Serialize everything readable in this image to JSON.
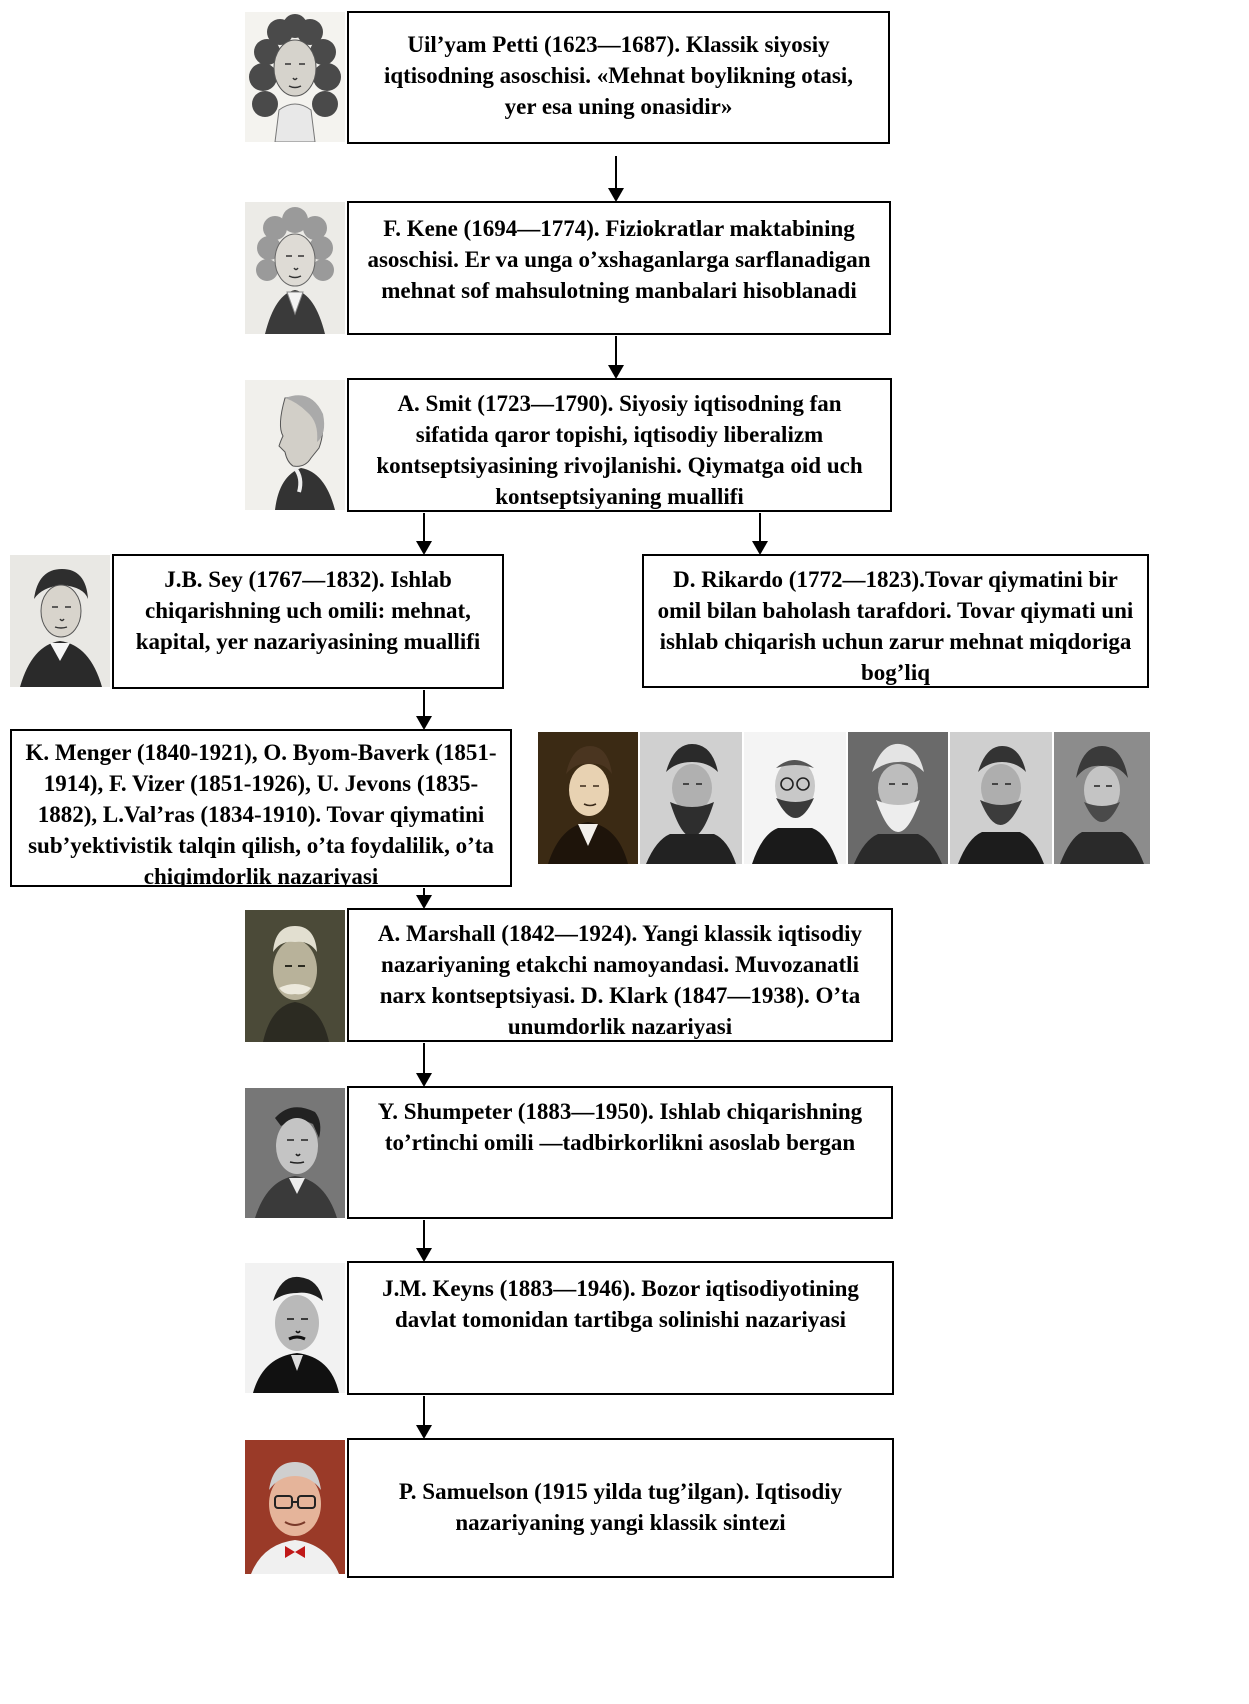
{
  "nodes": {
    "petti": "Uil’yam Petti (1623—1687). Klassik siyosiy iqtisodning asoschisi. «Mehnat boylikning otasi, yer esa uning onasidir»",
    "kene": "F. Kene (1694—1774). Fiziokratlar maktabining asoschisi. Er va unga o’xshaganlarga sarflanadigan mehnat sof mahsulotning manbalari hisoblanadi",
    "smit": "A. Smit (1723—1790). Siyosiy iqtisodning fan sifatida qaror topishi, iqtisodiy liberalizm kontseptsiyasining rivojlanishi. Qiymatga oid uch kontseptsiyaning muallifi",
    "sey": "J.B. Sey (1767—1832). Ishlab chiqarishning uch omili: mehnat, kapital, yer nazariyasining muallifi",
    "rikardo": "D. Rikardo (1772—1823).Tovar qiymatini bir omil bilan baholash tarafdori. Tovar qiymati uni ishlab chiqarish uchun zarur mehnat miqdoriga bog’liq",
    "menger": "K. Menger (1840-1921), O. Byom-Baverk (1851-1914), F. Vizer (1851-1926), U. Jevons (1835-1882), L.Val’ras (1834-1910). Tovar qiymatini sub’yektivistik talqin qilish, o’ta foydalilik, o’ta chiqimdorlik nazariyasi",
    "marshall": "A. Marshall (1842—1924). Yangi klassik iqtisodiy nazariyaning etakchi namoyandasi. Muvozanatli narx kontseptsiyasi. D. Klark (1847—1938). O’ta unumdorlik nazariyasi",
    "shumpeter": "Y. Shumpeter (1883—1950). Ishlab chiqarishning to’rtinchi omili —tadbirkorlikni asoslab bergan",
    "keyns": "J.M. Keyns (1883—1946). Bozor iqtisodiyotining davlat tomonidan tartibga solinishi nazariyasi",
    "samuelson": "P. Samuelson (1915 yilda tug’ilgan). Iqtisodiy nazariyaning yangi klassik sintezi"
  }
}
